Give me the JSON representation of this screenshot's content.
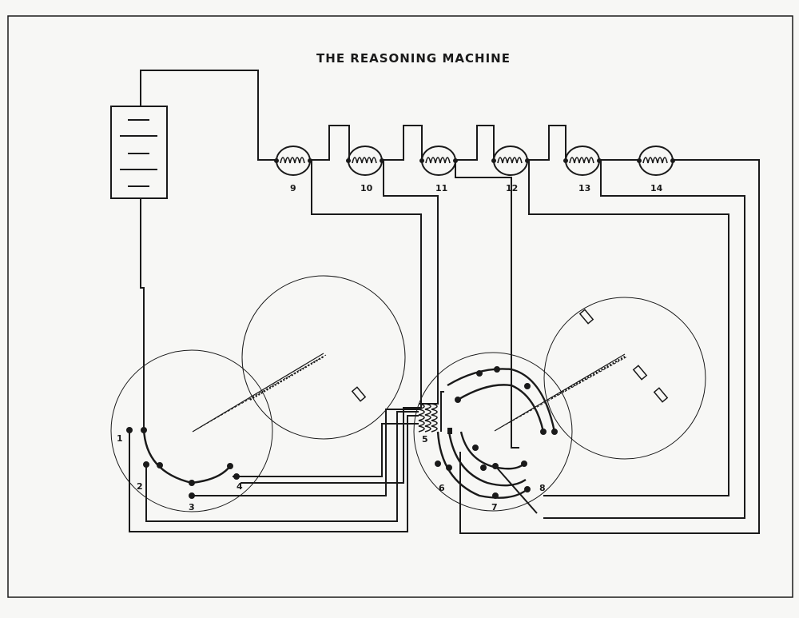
{
  "title": "THE REASONING MACHINE",
  "colors": {
    "ink": "#1a1a1a",
    "paper": "#f7f7f5"
  },
  "lamps": [
    {
      "label": "9"
    },
    {
      "label": "10"
    },
    {
      "label": "11"
    },
    {
      "label": "12"
    },
    {
      "label": "13"
    },
    {
      "label": "14"
    }
  ],
  "contacts_left": [
    {
      "label": "1"
    },
    {
      "label": "2"
    },
    {
      "label": "3"
    },
    {
      "label": "4"
    }
  ],
  "contacts_center": [
    {
      "label": "5"
    },
    {
      "label": "6"
    },
    {
      "label": "7"
    },
    {
      "label": "8"
    }
  ],
  "icons": [
    "battery-icon",
    "lamp-icon",
    "rotary-switch-icon"
  ]
}
